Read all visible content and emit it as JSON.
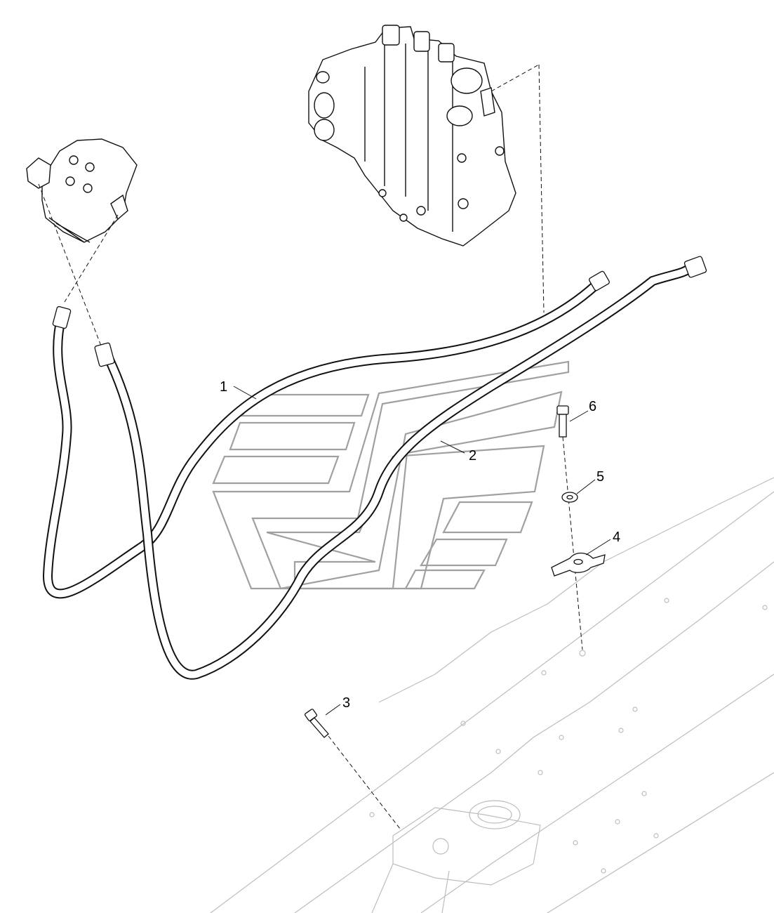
{
  "diagram": {
    "callouts": [
      {
        "label": "1",
        "part": "hose-1"
      },
      {
        "label": "2",
        "part": "hose-2"
      },
      {
        "label": "3",
        "part": "bolt-3"
      },
      {
        "label": "4",
        "part": "clamp-4"
      },
      {
        "label": "5",
        "part": "washer-5"
      },
      {
        "label": "6",
        "part": "bolt-6"
      }
    ]
  },
  "colors": {
    "line": "#111111",
    "faint": "#bdbdbd",
    "watermark": "#a0a0a0"
  },
  "icons": [
    "control-valve-icon",
    "steering-unit-icon",
    "hose-icon",
    "bolt-icon",
    "washer-icon",
    "clamp-icon",
    "frame-icon",
    "watermark-logo"
  ]
}
